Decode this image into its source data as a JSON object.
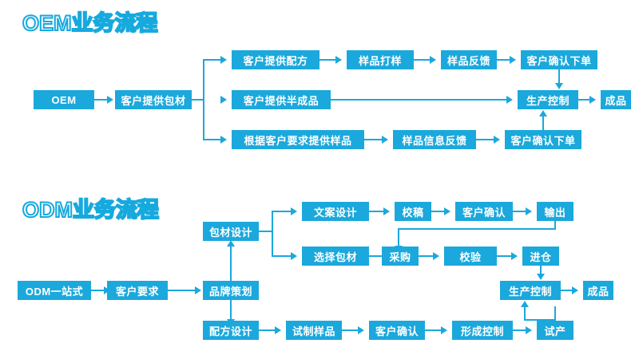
{
  "page": {
    "background": "#ffffff",
    "accent_color": "#1BA8DC",
    "title_outline_color": "#16A9DE"
  },
  "sections": [
    {
      "id": "oem",
      "title": "OEM业务流程",
      "boxes": {
        "start": "OEM",
        "packaging": "客户提供包材",
        "branch1_step1": "客户提供配方",
        "branch1_step2": "样品打样",
        "branch1_step3": "样品反馈",
        "branch1_step4": "客户确认下单",
        "branch2_step1": "客户提供半成品",
        "branch3_step1": "根据客户要求提供样品",
        "branch3_step2": "样品信息反馈",
        "branch3_step3": "客户确认下单",
        "production": "生产控制",
        "finished": "成品"
      }
    },
    {
      "id": "odm",
      "title": "ODM业务流程",
      "boxes": {
        "start": "ODM一站式",
        "requirement": "客户要求",
        "branding": "品牌策划",
        "package_design": "包材设计",
        "copy_design": "文案设计",
        "proofread": "校稿",
        "customer_confirm_top": "客户确认",
        "output": "输出",
        "select_package": "选择包材",
        "purchase": "采购",
        "inspect": "校验",
        "warehouse": "进仓",
        "formula_design": "配方设计",
        "trial_sample": "试制样品",
        "customer_confirm_bottom": "客户确认",
        "form_control": "形成控制",
        "trial_production": "试产",
        "production": "生产控制",
        "finished": "成品"
      }
    }
  ]
}
